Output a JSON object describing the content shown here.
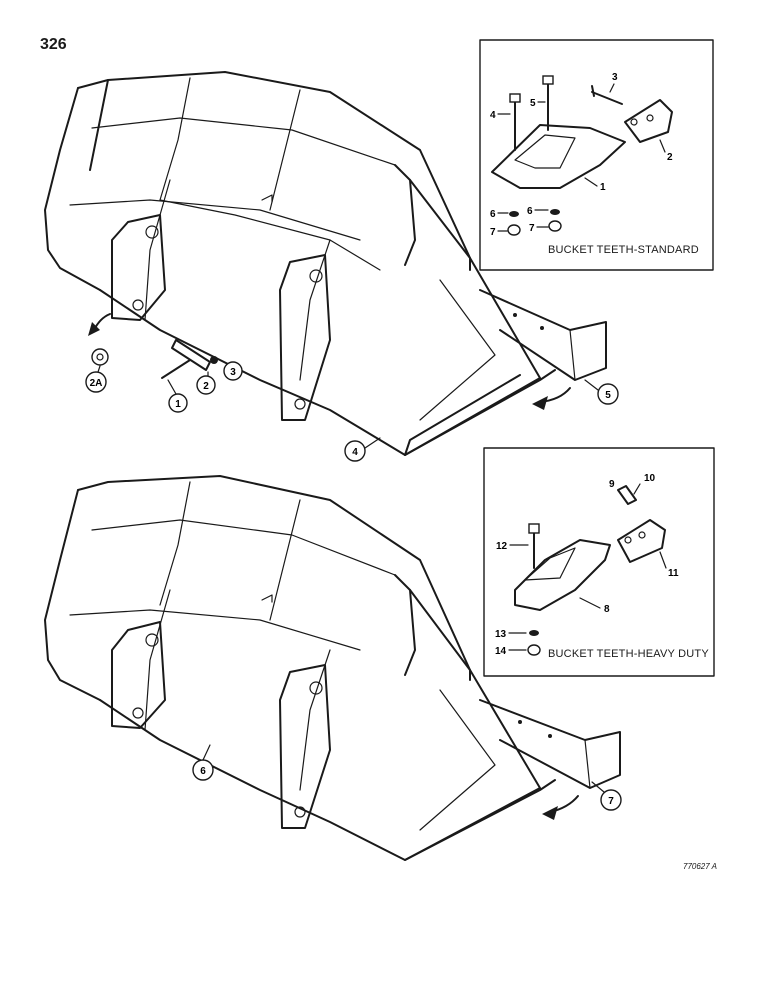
{
  "page_number": "326",
  "catalog_code": "770627 A",
  "insets": {
    "standard": {
      "title": "BUCKET TEETH-STANDARD"
    },
    "heavy_duty": {
      "title": "BUCKET TEETH-HEAVY DUTY"
    }
  },
  "callouts": {
    "c1": "1",
    "c2": "2",
    "c2a": "2A",
    "c3": "3",
    "c4": "4",
    "c5": "5",
    "c6": "6",
    "c7": "7"
  },
  "inset_labels": {
    "s1": "1",
    "s2": "2",
    "s3": "3",
    "s4": "4",
    "s5": "5",
    "s6a": "6",
    "s6b": "6",
    "s7a": "7",
    "s7b": "7",
    "h8": "8",
    "h9": "9",
    "h10": "10",
    "h11": "11",
    "h12": "12",
    "h13": "13",
    "h14": "14"
  }
}
